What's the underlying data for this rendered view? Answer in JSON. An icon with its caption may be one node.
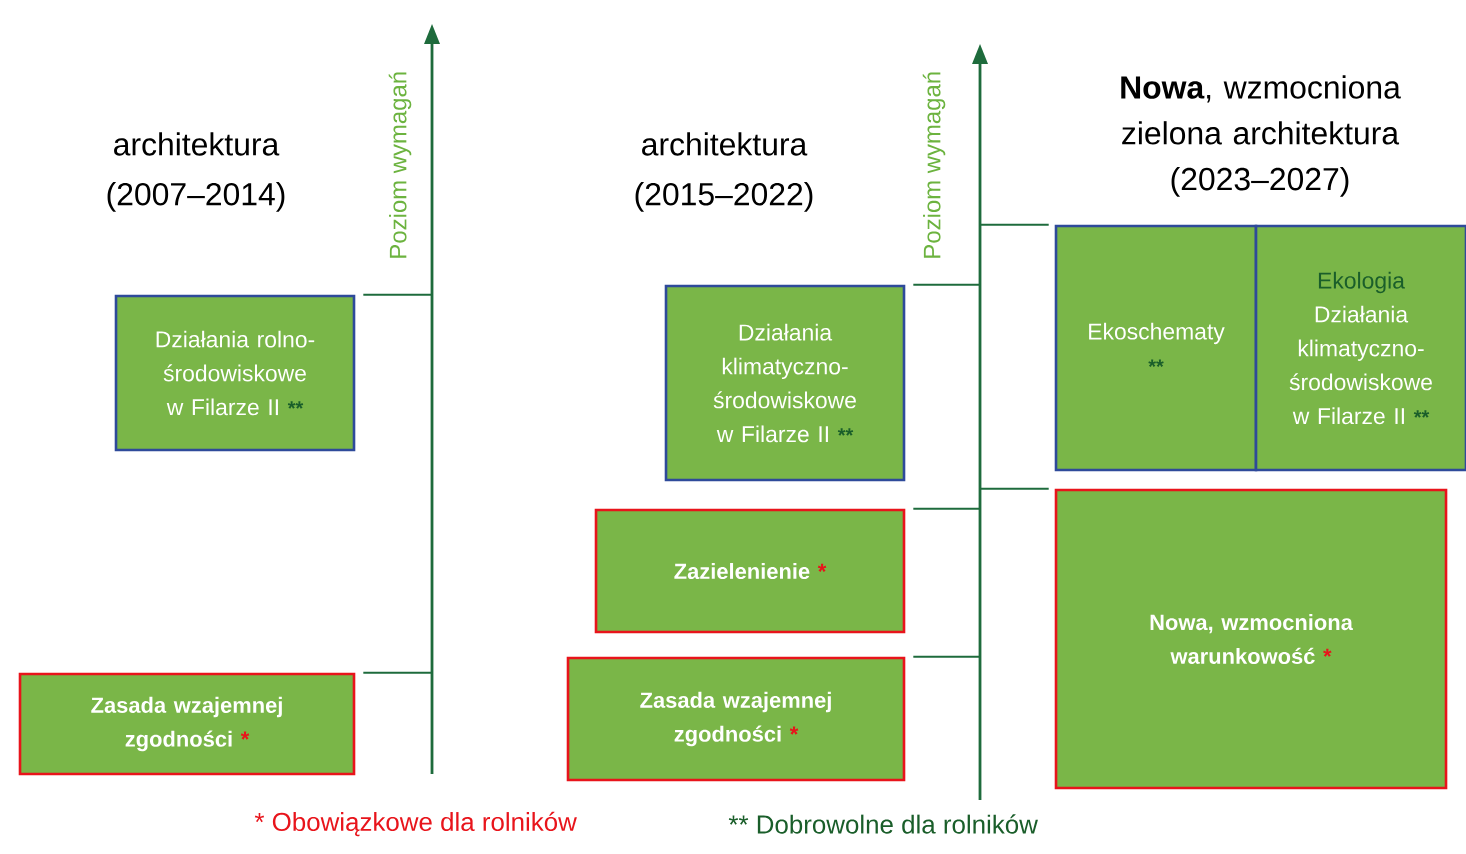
{
  "diagram": {
    "nodes": [
      {
        "text": [
          "Działania rolno-środowiskowe w Filarze II",
          "**"
        ]
      },
      {
        "text": [
          "Zasada wzajemnej zgodności",
          "*"
        ]
      },
      {
        "text": [
          "Działania klimatyczno-środowiskowe w Filarze II",
          "**"
        ]
      },
      {
        "text": [
          "Zazielenienie",
          "*"
        ]
      },
      {
        "text": [
          "Zasada wzajemnej zgodności",
          "*"
        ]
      },
      {
        "text": [
          "Ekoschematy",
          "**"
        ]
      },
      {
        "text": [
          "Ekologia",
          "Działania klimatyczno-środowiskowe w Filarze II",
          "**"
        ]
      },
      {
        "text": [
          "Nowa, wzmocniona warunkowość",
          "*"
        ]
      },
      {
        "text": [],
        "shape": "bar"
      },
      {
        "text": [],
        "shape": "bar"
      }
    ],
    "edges": [
      {
        "from": 0,
        "to": 8,
        "arrow": "none"
      },
      {
        "from": 1,
        "to": 8,
        "arrow": "none"
      },
      {
        "from": 2,
        "to": 9,
        "arrow": "none"
      },
      {
        "from": 3,
        "to": 9,
        "arrow": "none"
      },
      {
        "from": 4,
        "to": 9,
        "arrow": "none"
      },
      {
        "from": 5,
        "to": 9,
        "arrow": "none"
      },
      {
        "from": 7,
        "to": 9,
        "arrow": "none"
      }
    ],
    "labels": [
      "Poziom wymagań",
      "architektura (2007–2014)",
      "architektura (2015–2022)",
      "Poziom wymagań",
      "**Nowa**, wzmocniona zielona architektura (2023–2027)",
      "* Obowiązkowe dla rolników",
      "** Dobrowolne dla rolników"
    ]
  }
}
